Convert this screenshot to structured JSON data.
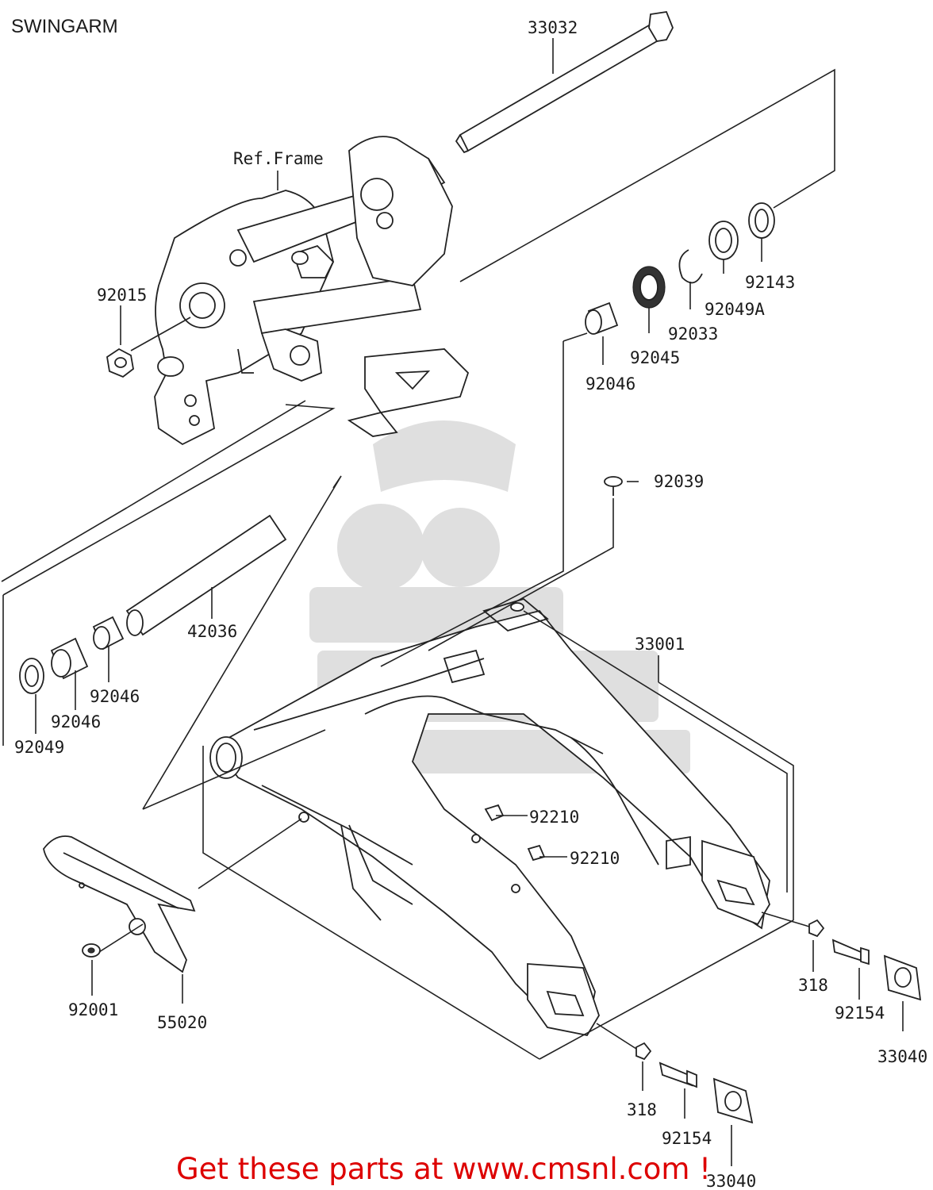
{
  "title": "SWINGARM",
  "ref_frame": "Ref.Frame",
  "parts": {
    "p33032": "33032",
    "p92143": "92143",
    "p92049A": "92049A",
    "p92033": "92033",
    "p92045": "92045",
    "p92046_top": "92046",
    "p92015": "92015",
    "p92039": "92039",
    "p42036": "42036",
    "p92046_a": "92046",
    "p92046_b": "92046",
    "p92049": "92049",
    "p33001": "33001",
    "p92210_a": "92210",
    "p92210_b": "92210",
    "p92001": "92001",
    "p55020": "55020",
    "p318_r": "318",
    "p92154_r": "92154",
    "p33040_r": "33040",
    "p318_b": "318",
    "p92154_b": "92154",
    "p33040_b": "33040"
  },
  "footer": "Get these parts at www.cmsnl.com !",
  "colors": {
    "footer": "#dd0000",
    "ink": "#222222",
    "watermark": "#dcdcdc"
  }
}
